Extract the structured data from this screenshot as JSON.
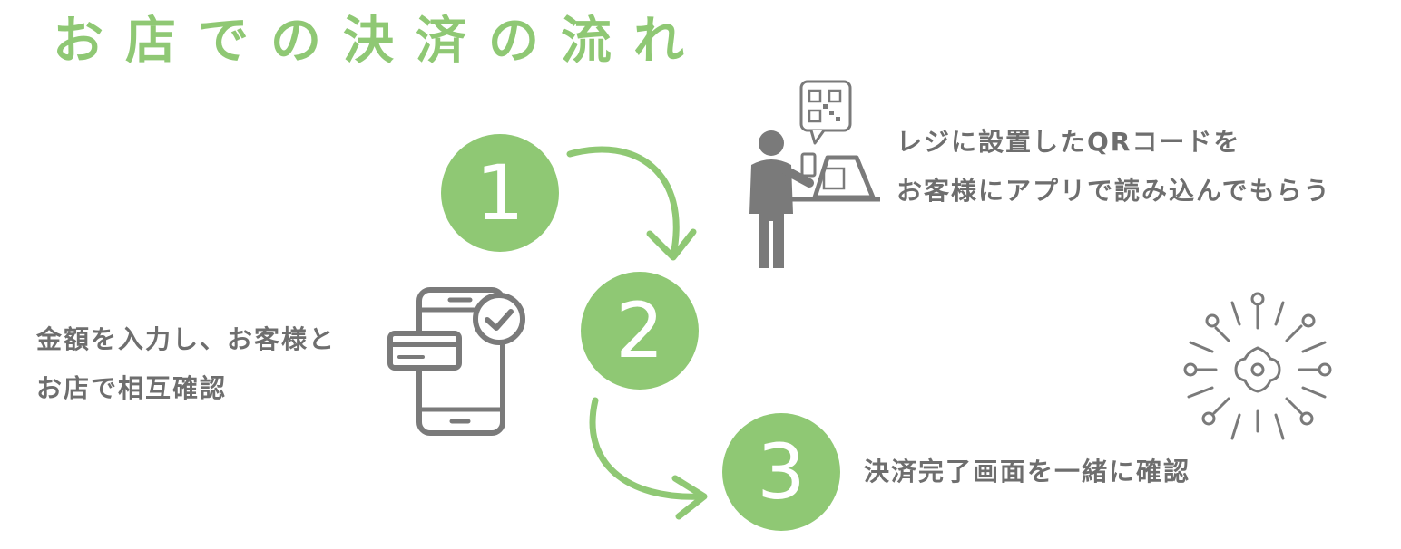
{
  "title": "お店での決済の流れ",
  "colors": {
    "accent": "#8fc874",
    "text": "#6e6e6e",
    "icon": "#7a7a7a"
  },
  "steps": [
    {
      "number": "1",
      "lines": [
        "レジに設置したQRコードを",
        "お客様にアプリで読み込んでもらう"
      ],
      "icon": "person-scanning-qr-icon"
    },
    {
      "number": "2",
      "lines": [
        "金額を入力し、お客様と",
        "お店で相互確認"
      ],
      "icon": "smartphone-check-icon"
    },
    {
      "number": "3",
      "lines": [
        "決済完了画面を一緒に確認"
      ],
      "icon": "sparkle-icon"
    }
  ]
}
